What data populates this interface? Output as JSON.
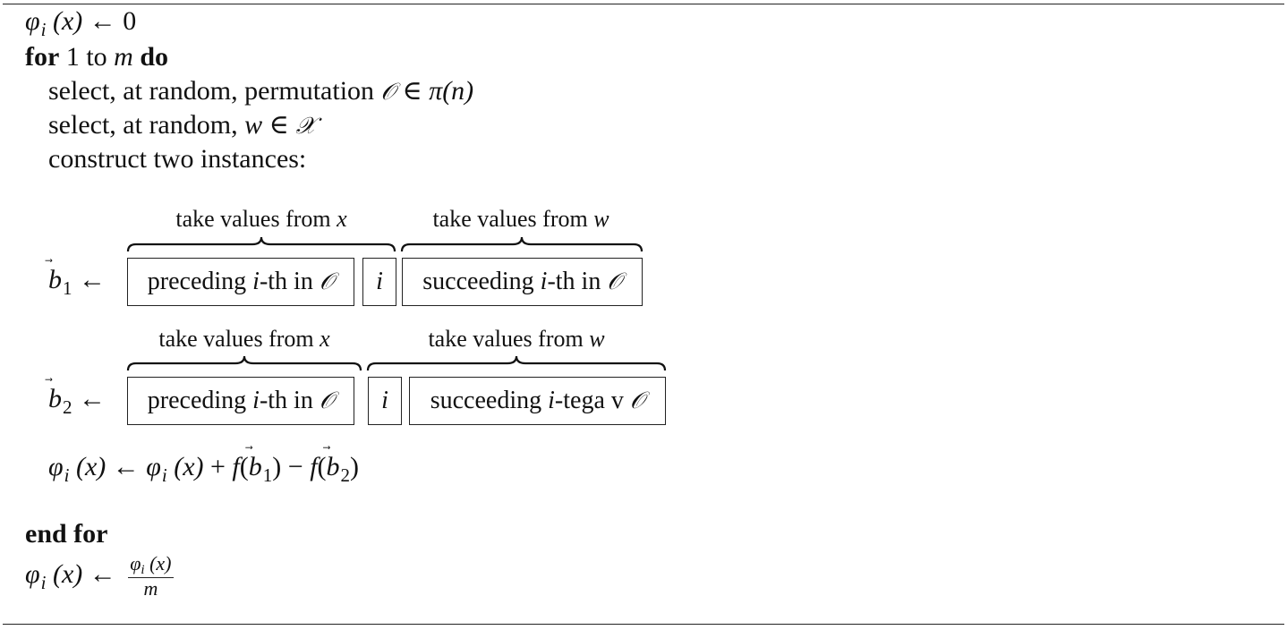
{
  "algorithm": {
    "init": {
      "lhs": "φ",
      "lhs_sub": "i",
      "arg": "(x)",
      "arrow": "←",
      "rhs": "0"
    },
    "for_line": {
      "kw_for": "for",
      "range_start": "1",
      "range_to": "to",
      "range_end": "m",
      "kw_do": "do"
    },
    "step_permutation": {
      "text": "select, at random, permutation",
      "symbol": "𝒪",
      "rel": "∈",
      "set": "π",
      "set_arg": "(n)"
    },
    "step_sample": {
      "text": "select, at random,",
      "var": "w",
      "rel": "∈",
      "set": "𝒳"
    },
    "step_construct": {
      "text": "construct two instances:"
    },
    "instance1": {
      "vec": "b",
      "vec_sub": "1",
      "arrow": "←",
      "brace_left_label": "take values from ",
      "brace_left_var": "x",
      "brace_right_label": "take values from ",
      "brace_right_var": "w",
      "box_preceding_text": "preceding ",
      "box_preceding_var": "i",
      "box_preceding_rest": "-th in ",
      "box_preceding_set": "𝒪",
      "box_index": "i",
      "box_succeeding_text": "succeeding ",
      "box_succeeding_var": "i",
      "box_succeeding_rest": "-th in ",
      "box_succeeding_set": "𝒪"
    },
    "instance2": {
      "vec": "b",
      "vec_sub": "2",
      "arrow": "←",
      "brace_left_label": "take values from ",
      "brace_left_var": "x",
      "brace_right_label": "take values from ",
      "brace_right_var": "w",
      "box_preceding_text": "preceding ",
      "box_preceding_var": "i",
      "box_preceding_rest": "-th in ",
      "box_preceding_set": "𝒪",
      "box_index": "i",
      "box_succeeding_text": "succeeding ",
      "box_succeeding_var": "i",
      "box_succeeding_rest": "-tega v ",
      "box_succeeding_set": "𝒪"
    },
    "update": {
      "lhs": "φ",
      "lhs_sub": "i",
      "arg": "(x)",
      "arrow": "←",
      "rhs_phi": "φ",
      "rhs_phi_sub": "i",
      "rhs_arg": "(x)",
      "plus": "+",
      "f1": "f",
      "b1": "b",
      "b1_sub": "1",
      "minus": "−",
      "f2": "f",
      "b2": "b",
      "b2_sub": "2"
    },
    "end_for": "end for",
    "final": {
      "lhs": "φ",
      "lhs_sub": "i",
      "arg": "(x)",
      "arrow": "←",
      "num_phi": "φ",
      "num_sub": "i",
      "num_arg": "(x)",
      "den": "m"
    }
  }
}
